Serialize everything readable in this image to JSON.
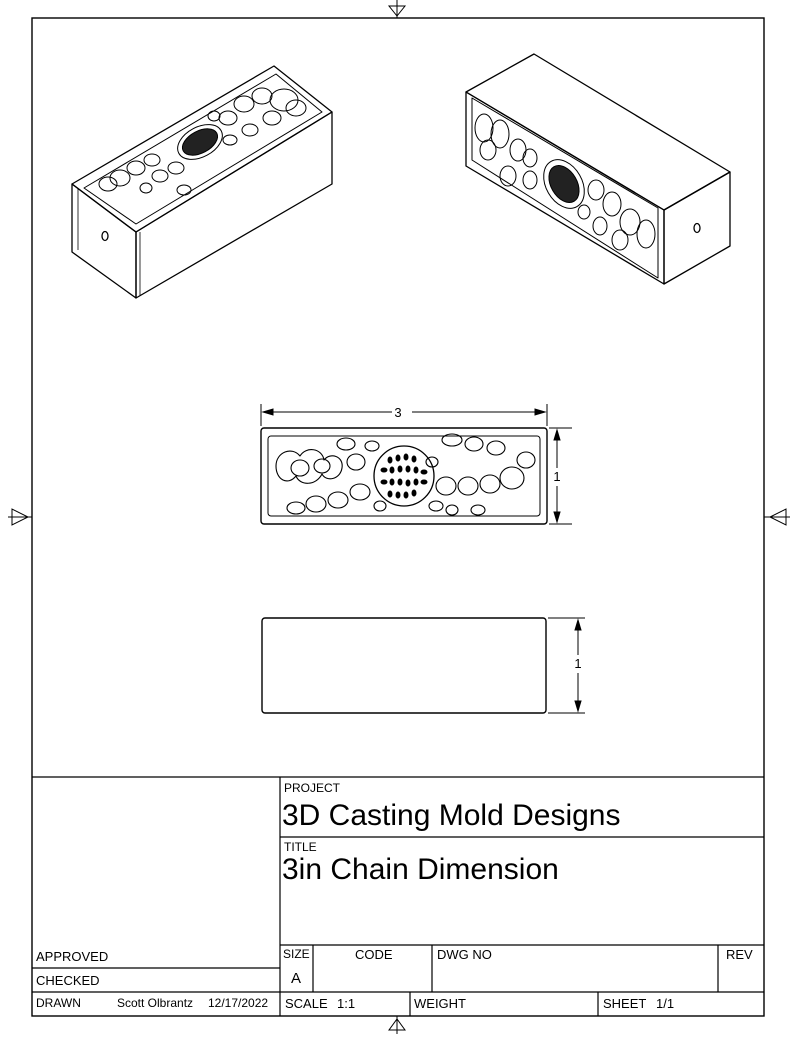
{
  "drawing": {
    "dimensions": {
      "top_width": "3",
      "top_height": "1",
      "front_height": "1"
    }
  },
  "title_block": {
    "project_label": "PROJECT",
    "project": "3D Casting Mold Designs",
    "title_label": "TITLE",
    "title": "3in Chain Dimension",
    "approved_label": "APPROVED",
    "checked_label": "CHECKED",
    "drawn_label": "DRAWN",
    "drawn_by": "Scott Olbrantz",
    "drawn_date": "12/17/2022",
    "size_label": "SIZE",
    "size": "A",
    "code_label": "CODE",
    "dwg_no_label": "DWG NO",
    "rev_label": "REV",
    "scale_label": "SCALE",
    "scale": "1:1",
    "weight_label": "WEIGHT",
    "sheet_label": "SHEET",
    "sheet": "1/1"
  },
  "colors": {
    "line": "#000000",
    "paper": "#ffffff"
  }
}
